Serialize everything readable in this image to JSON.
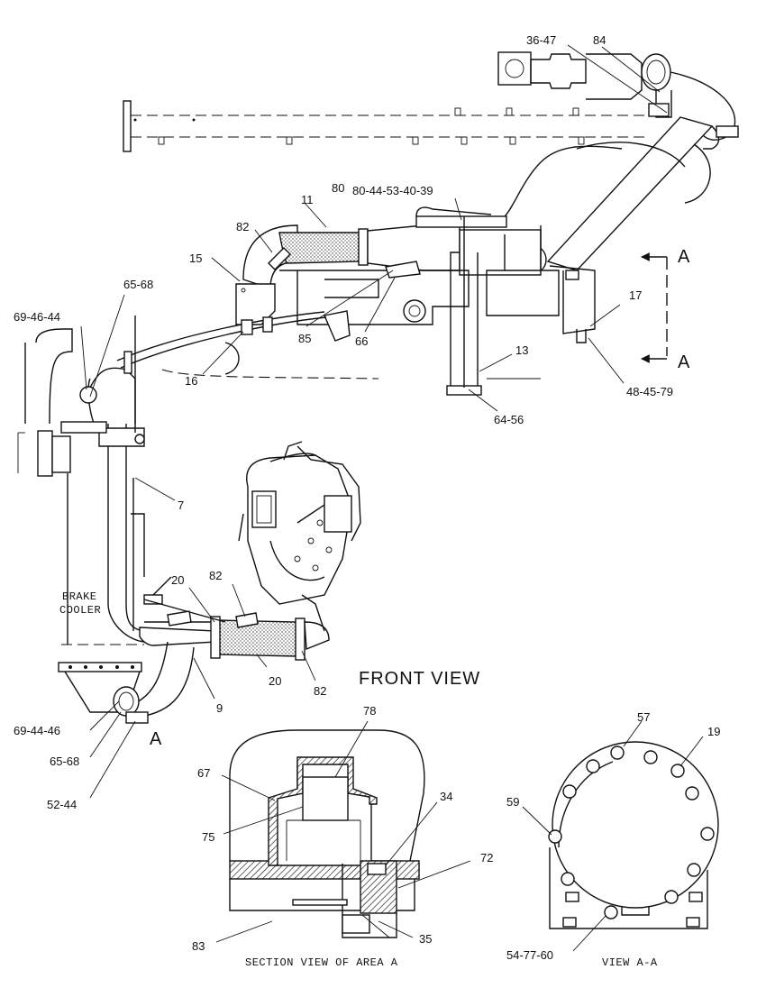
{
  "titles": {
    "front_view": "FRONT VIEW",
    "section_view": "SECTION VIEW OF AREA A",
    "view_aa": "VIEW A-A",
    "brake_cooler_1": "BRAKE",
    "brake_cooler_2": "COOLER"
  },
  "section_marks": {
    "top_a": "A",
    "bottom_a": "A",
    "area_a": "A"
  },
  "callouts": {
    "c36_47": "36-47",
    "c84": "84",
    "c11": "11",
    "c80": "80",
    "c80_44_53_40_39": "80-44-53-40-39",
    "c82_top": "82",
    "c15": "15",
    "c65_68_top": "65-68",
    "c69_46_44": "69-46-44",
    "c16": "16",
    "c85": "85",
    "c66": "66",
    "c13": "13",
    "c64_56": "64-56",
    "c17": "17",
    "c48_45_79": "48-45-79",
    "c7": "7",
    "c20_top": "20",
    "c82_mid": "82",
    "c20_bottom": "20",
    "c82_bottom": "82",
    "c9": "9",
    "c69_44_46": "69-44-46",
    "c65_68_bottom": "65-68",
    "c52_44": "52-44",
    "c78": "78",
    "c67": "67",
    "c34": "34",
    "c75": "75",
    "c72": "72",
    "c83": "83",
    "c35": "35",
    "c57": "57",
    "c19": "19",
    "c59": "59",
    "c54_77_60": "54-77-60"
  }
}
